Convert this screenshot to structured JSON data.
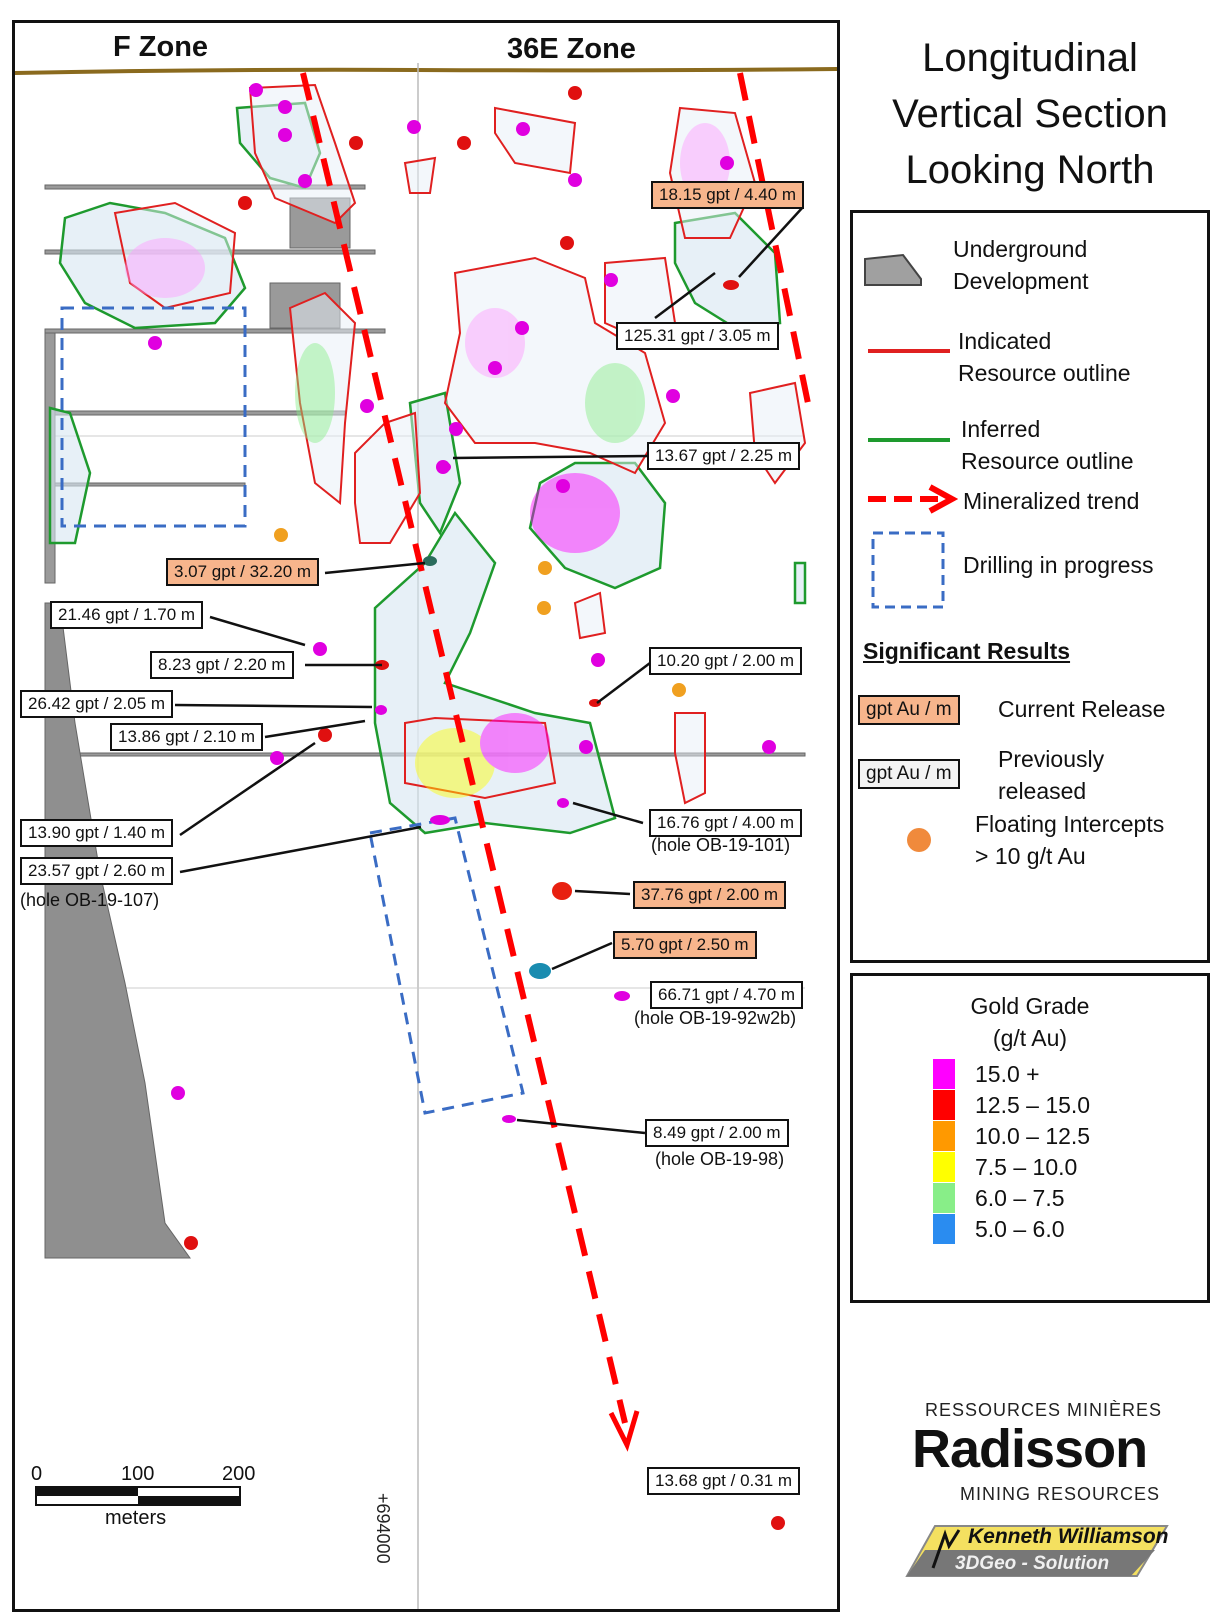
{
  "zones": {
    "left": "F Zone",
    "right": "36E Zone"
  },
  "title_lines": [
    "Longitudinal",
    "Vertical Section",
    "Looking North"
  ],
  "legend": {
    "underground": [
      "Underground",
      "Development"
    ],
    "indicated": [
      "Indicated",
      "Resource outline"
    ],
    "inferred": [
      "Inferred",
      "Resource outline"
    ],
    "trend": "Mineralized trend",
    "drilling": "Drilling in progress",
    "sig_title": "Significant Results",
    "current_sample": "gpt Au / m",
    "current_label": "Current Release",
    "previous_sample": "gpt Au / m",
    "previous_label": [
      "Previously",
      "released"
    ],
    "floating": [
      "Floating Intercepts",
      "> 10 g/t Au"
    ]
  },
  "grade": {
    "title": [
      "Gold Grade",
      "(g/t Au)"
    ],
    "items": [
      {
        "label": "15.0 +",
        "color": "#ff00ff"
      },
      {
        "label": "12.5 – 15.0",
        "color": "#ff0000"
      },
      {
        "label": "10.0 – 12.5",
        "color": "#ff9900"
      },
      {
        "label": "7.5 – 10.0",
        "color": "#ffff00"
      },
      {
        "label": "6.0 – 7.5",
        "color": "#88ee88"
      },
      {
        "label": "5.0 – 6.0",
        "color": "#2a8cf0"
      }
    ]
  },
  "results": [
    {
      "text": "18.15 gpt / 4.40 m",
      "current": true
    },
    {
      "text": "125.31 gpt / 3.05 m",
      "current": false
    },
    {
      "text": "13.67 gpt / 2.25 m",
      "current": false
    },
    {
      "text": "3.07 gpt / 32.20 m",
      "current": true
    },
    {
      "text": "21.46 gpt / 1.70 m",
      "current": false
    },
    {
      "text": "8.23 gpt / 2.20 m",
      "current": false
    },
    {
      "text": "26.42 gpt / 2.05 m",
      "current": false
    },
    {
      "text": "13.86 gpt / 2.10 m",
      "current": false
    },
    {
      "text": "10.20 gpt / 2.00 m",
      "current": false
    },
    {
      "text": "16.76 gpt / 4.00 m",
      "current": false
    },
    {
      "text": "13.90 gpt / 1.40 m",
      "current": false
    },
    {
      "text": "23.57 gpt / 2.60 m",
      "current": false
    },
    {
      "text": "37.76 gpt / 2.00 m",
      "current": true
    },
    {
      "text": "5.70 gpt / 2.50 m",
      "current": true
    },
    {
      "text": "66.71 gpt / 4.70 m",
      "current": false
    },
    {
      "text": "8.49 gpt / 2.00 m",
      "current": false
    },
    {
      "text": "13.68 gpt / 0.31 m",
      "current": false
    }
  ],
  "hole_notes": [
    "(hole OB-19-101)",
    "(hole OB-19-107)",
    "(hole OB-19-92w2b)",
    "(hole OB-19-98)"
  ],
  "scale": {
    "ticks": [
      "0",
      "100",
      "200"
    ],
    "unit": "meters"
  },
  "grid_label": "+694000",
  "logo": {
    "top": "RESSOURCES MINIÈRES",
    "name": "Radisson",
    "bottom": "MINING RESOURCES",
    "partner": "Kenneth Williamson",
    "partner_sub": "3DGeo - Solution"
  },
  "colors": {
    "indicated": "#e02020",
    "inferred": "#1e9a2e",
    "trend": "#ff0000",
    "drilling": "#3a6cc4",
    "current_release": "#f7b58c",
    "floating": "#f08a3c"
  }
}
